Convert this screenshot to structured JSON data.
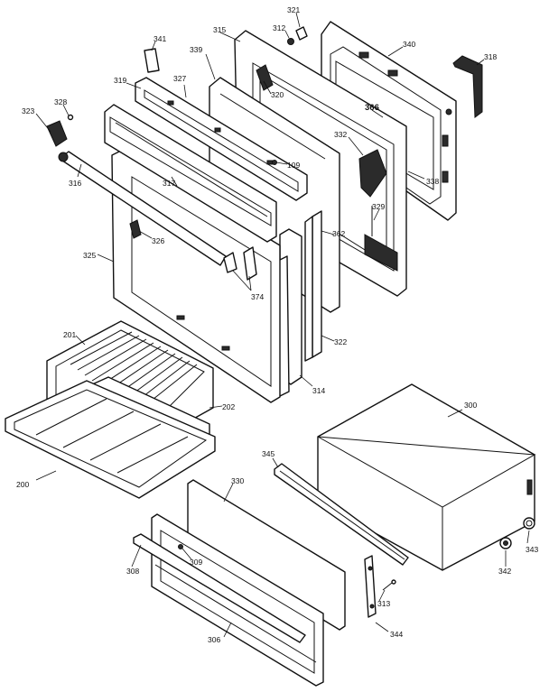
{
  "callouts": {
    "p341": "341",
    "p315": "315",
    "p312": "312",
    "p321": "321",
    "p340": "340",
    "p318": "318",
    "p339": "339",
    "p327": "327",
    "p319": "319",
    "p320": "320",
    "p328": "328",
    "p323": "323",
    "p366": "366",
    "p332": "332",
    "p109": "109",
    "p338": "338",
    "p316": "316",
    "p317": "317",
    "p329": "329",
    "p326": "326",
    "p362": "362",
    "p325": "325",
    "p374": "374",
    "p322": "322",
    "p201": "201",
    "p314": "314",
    "p202": "202",
    "p300": "300",
    "p200": "200",
    "p345": "345",
    "p330": "330",
    "p343": "343",
    "p309": "309",
    "p308": "308",
    "p342": "342",
    "p313": "313",
    "p306": "306",
    "p344": "344"
  }
}
